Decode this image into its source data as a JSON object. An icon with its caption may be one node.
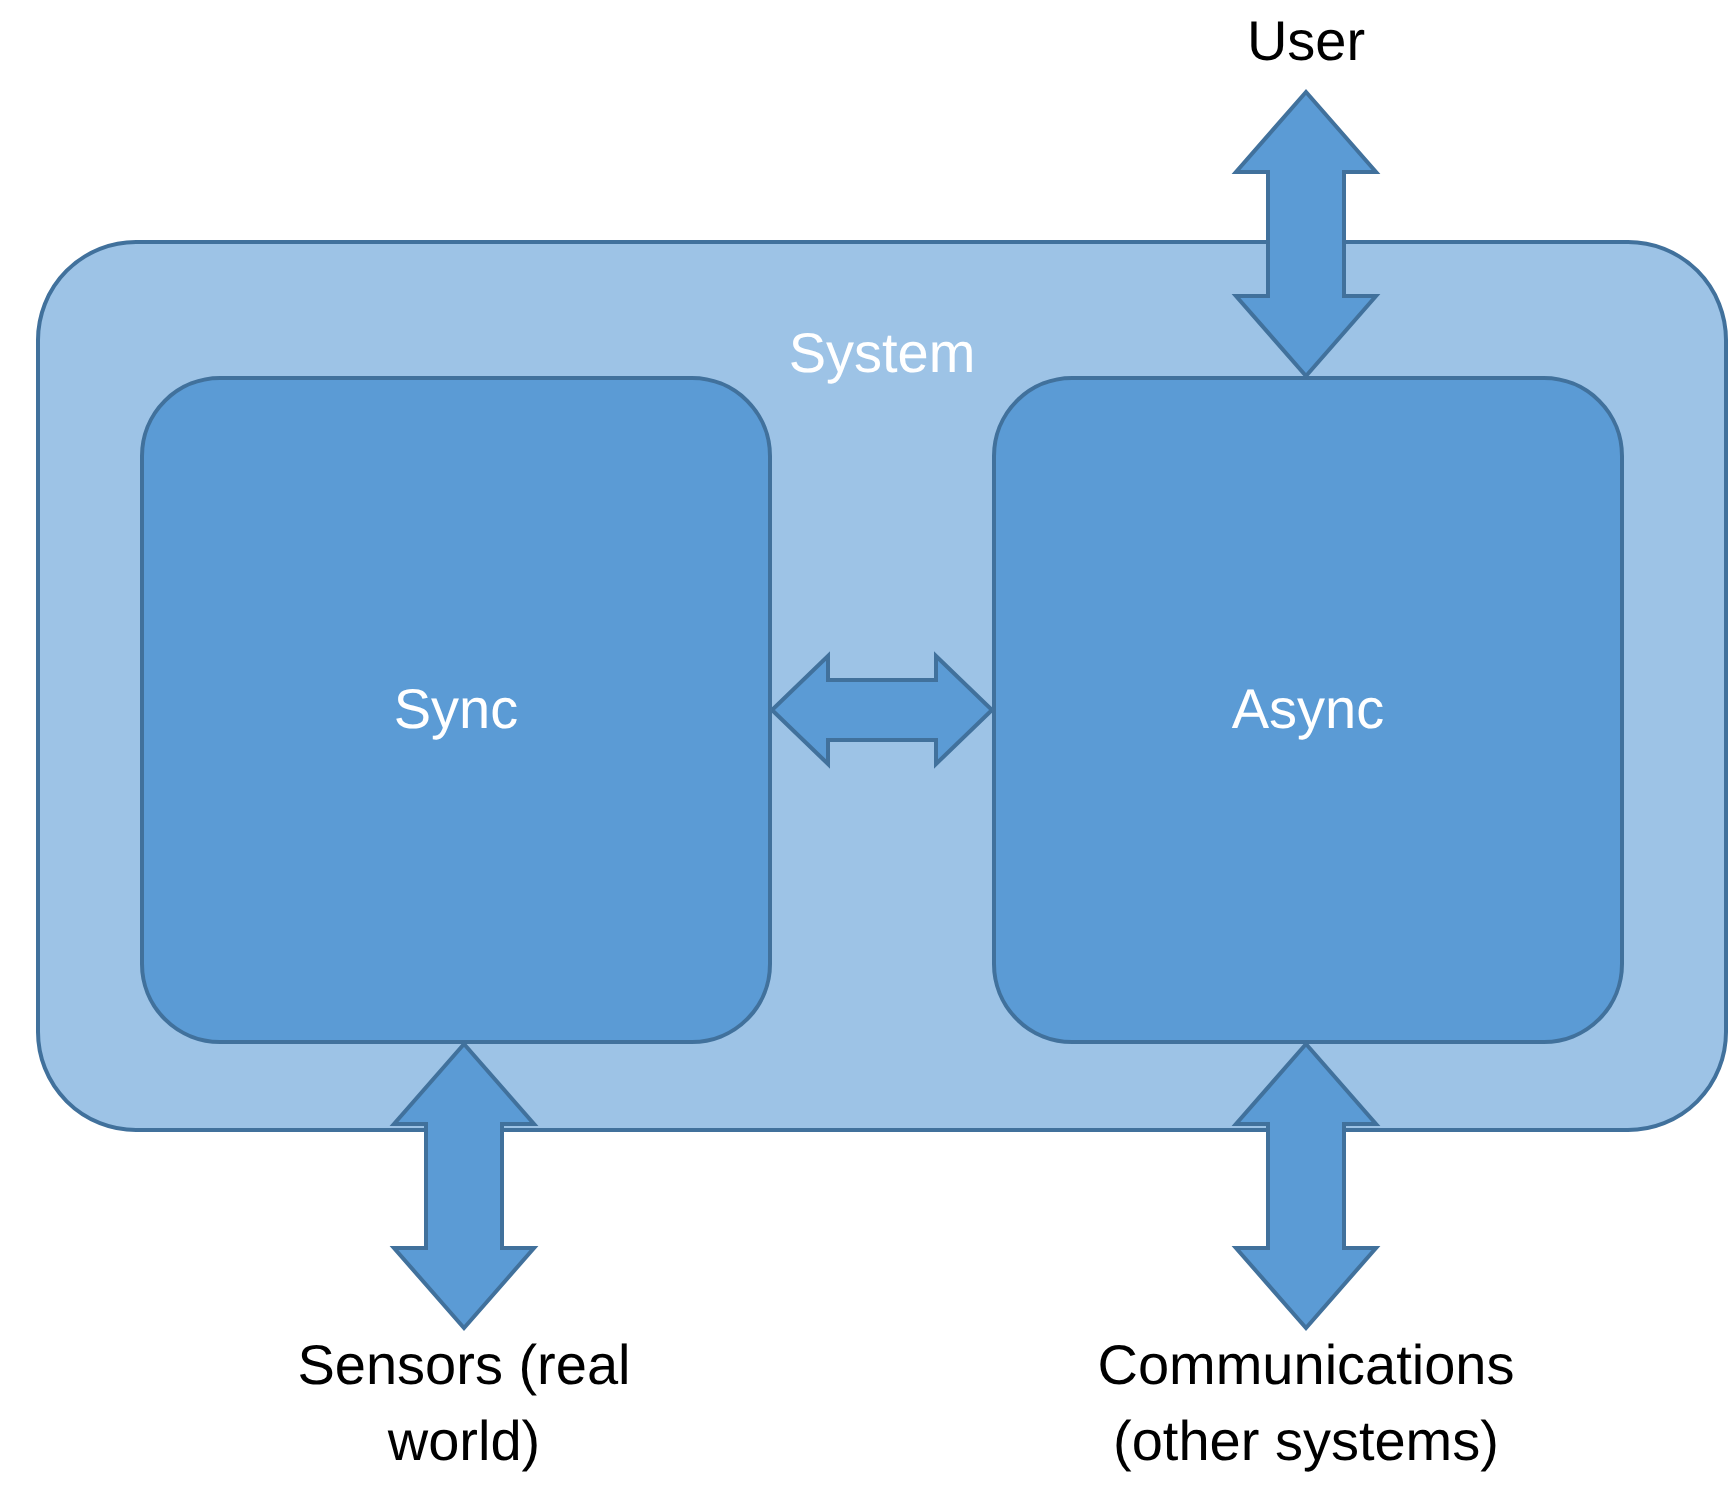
{
  "diagram": {
    "nodes": [
      {
        "text": [
          "System"
        ]
      },
      {
        "text": [
          "Sync"
        ],
        "in": 0
      },
      {
        "text": [
          "Async"
        ],
        "in": 0
      },
      {
        "text": [
          "User"
        ]
      },
      {
        "text": [
          "Sensors (real world)"
        ]
      },
      {
        "text": [
          "Communications (other systems)"
        ]
      }
    ],
    "edges": [
      {
        "from": 1,
        "to": 2,
        "arrow": "both"
      },
      {
        "from": 3,
        "to": 2,
        "arrow": "both"
      },
      {
        "from": 1,
        "to": 4,
        "arrow": "both"
      },
      {
        "from": 2,
        "to": 5,
        "arrow": "both"
      }
    ]
  }
}
